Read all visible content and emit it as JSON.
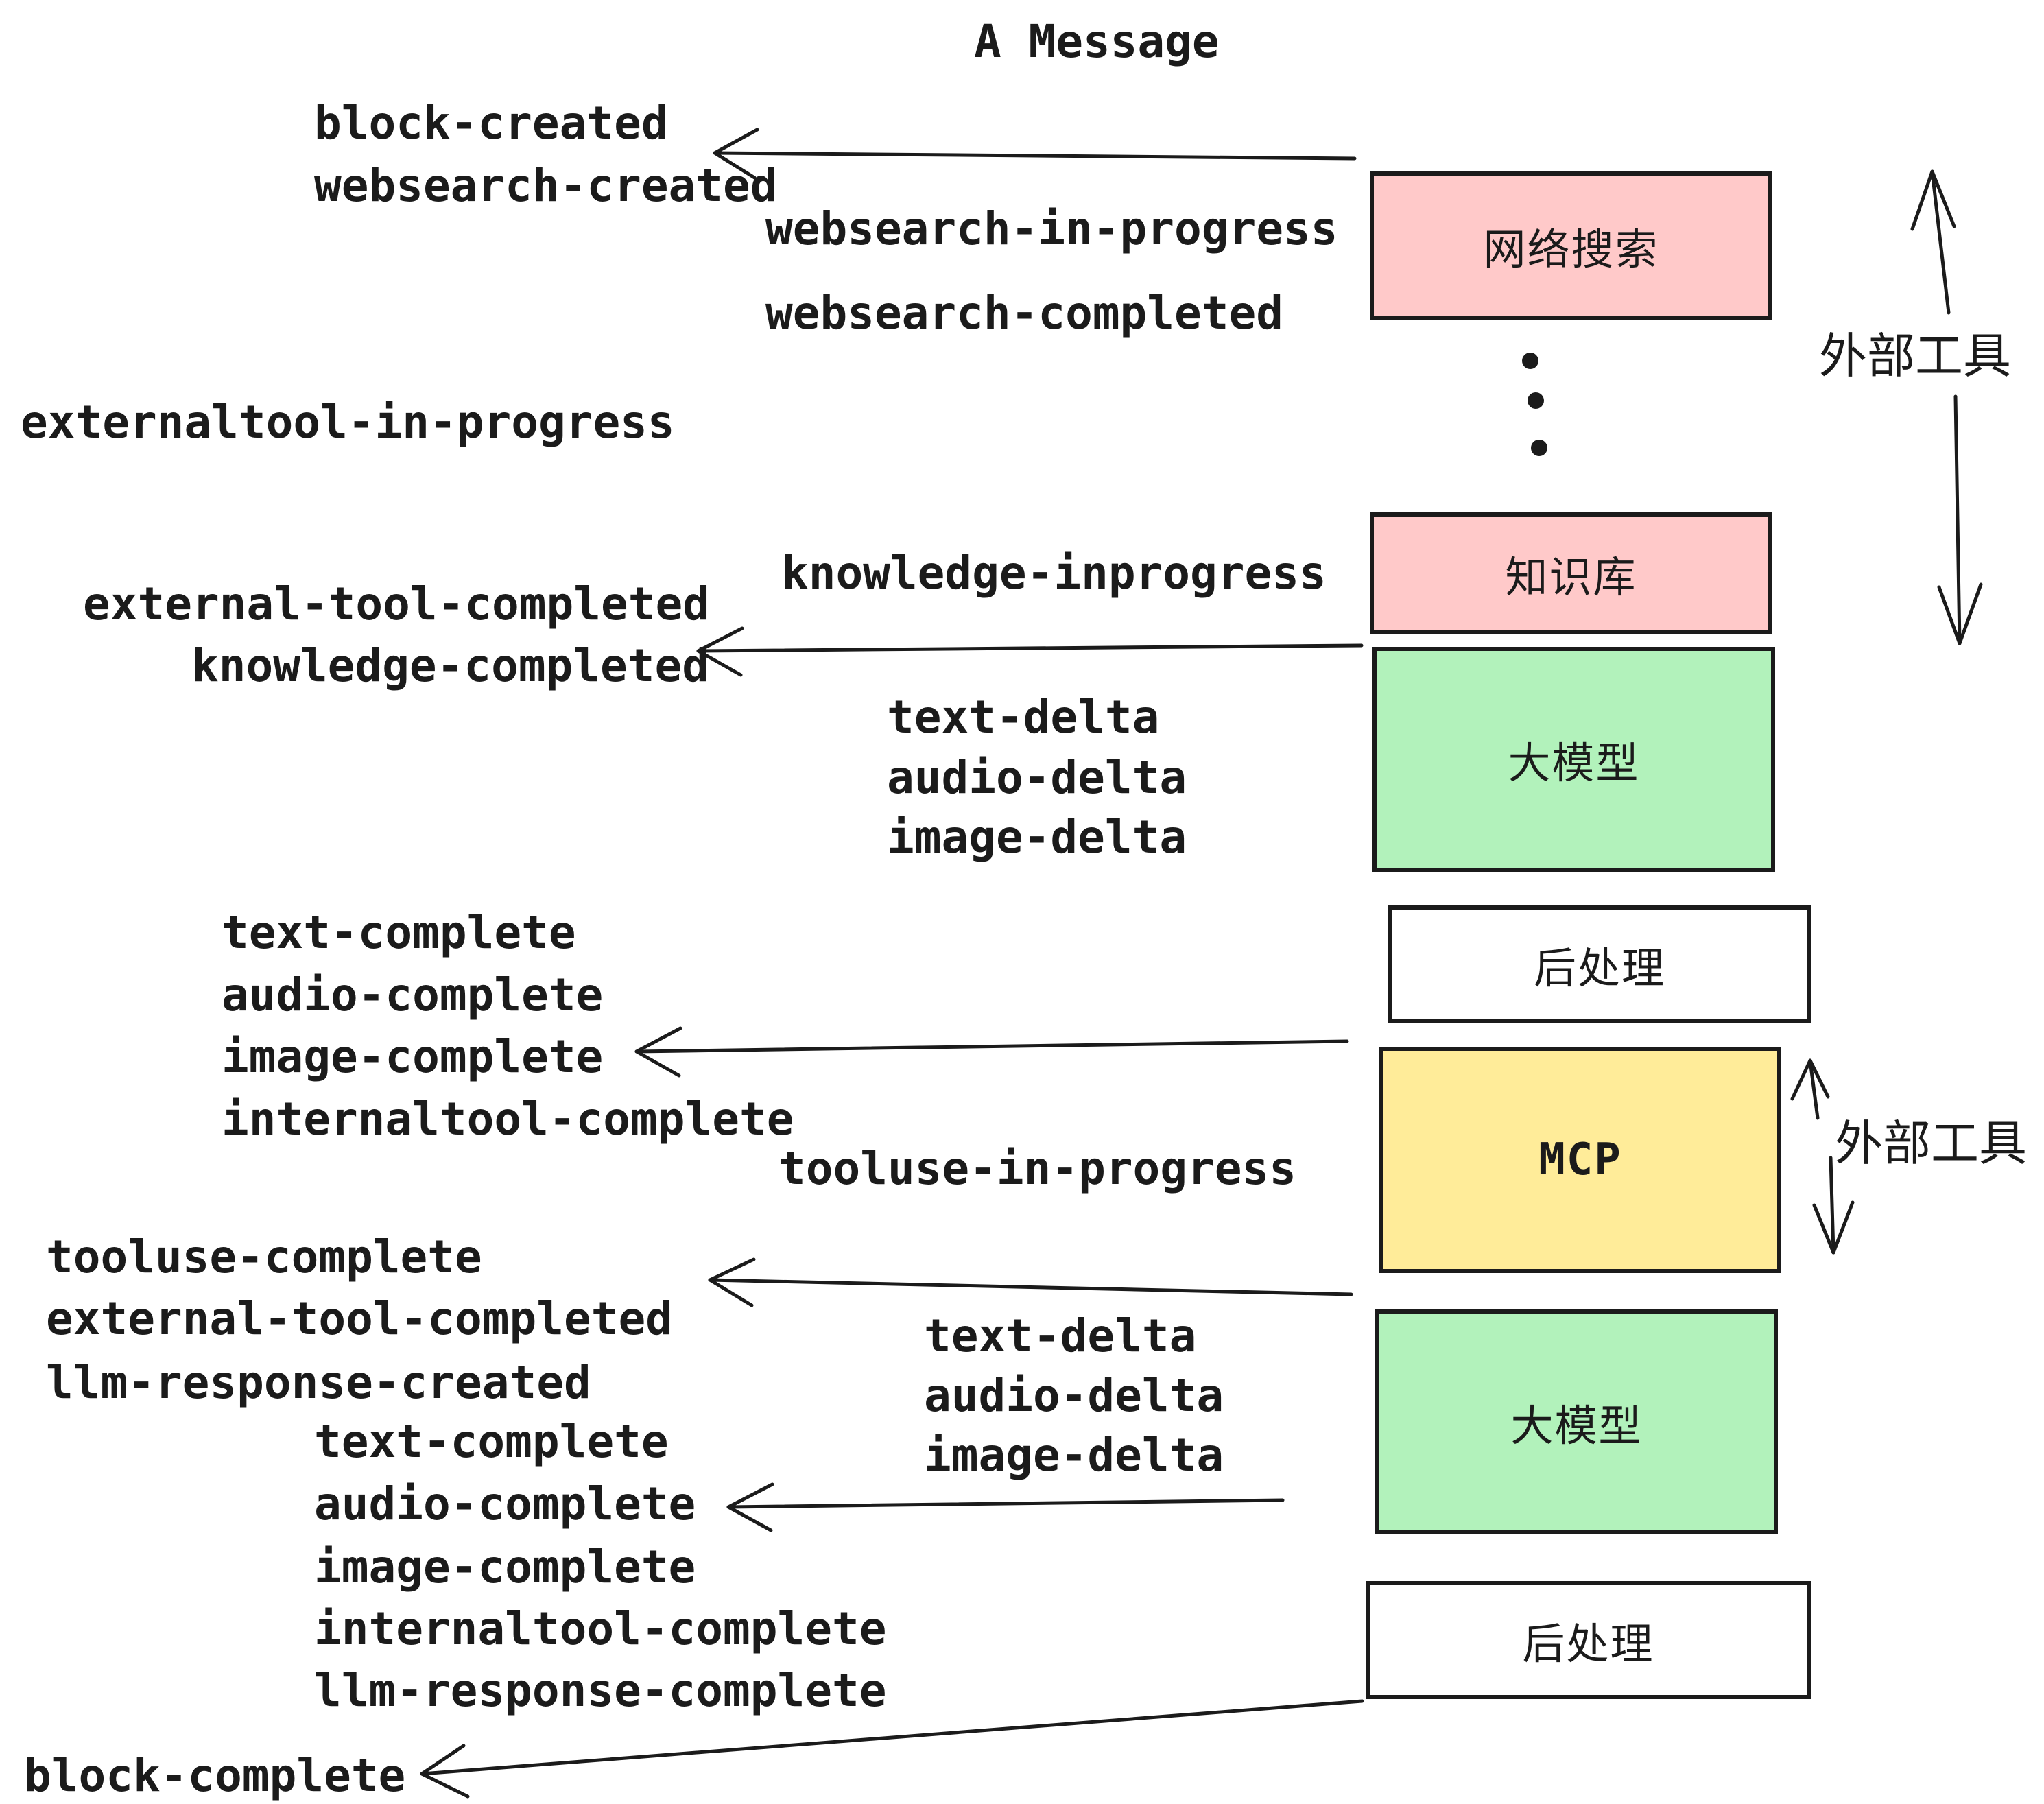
{
  "title": "A Message",
  "boxes": {
    "websearch": {
      "label": "网络搜索",
      "fill": "#ffc9c9"
    },
    "knowledge": {
      "label": "知识库",
      "fill": "#ffc9c9"
    },
    "llm1": {
      "label": "大模型",
      "fill": "#b2f2bb"
    },
    "post1": {
      "label": "后处理",
      "fill": "#ffffff"
    },
    "mcp": {
      "label": "MCP",
      "fill": "#ffec99"
    },
    "llm2": {
      "label": "大模型",
      "fill": "#b2f2bb"
    },
    "post2": {
      "label": "后处理",
      "fill": "#ffffff"
    }
  },
  "side_labels": {
    "external_tools_top": "外部工具",
    "external_tools_bottom": "外部工具"
  },
  "events": {
    "block_created": "block-created",
    "websearch_created": "websearch-created",
    "websearch_in_progress": "websearch-in-progress",
    "websearch_completed": "websearch-completed",
    "externaltool_in_progress": "externaltool-in-progress",
    "knowledge_inprogress": "knowledge-inprogress",
    "external_tool_completed": "external-tool-completed",
    "knowledge_completed": "knowledge-completed",
    "text_delta": "text-delta",
    "audio_delta": "audio-delta",
    "image_delta": "image-delta",
    "text_complete": "text-complete",
    "audio_complete": "audio-complete",
    "image_complete": "image-complete",
    "internaltool_complete": "internaltool-complete",
    "tooluse_in_progress": "tooluse-in-progress",
    "tooluse_complete": "tooluse-complete",
    "llm_response_created": "llm-response-created",
    "llm_response_complete": "llm-response-complete",
    "block_complete": "block-complete"
  },
  "colors": {
    "stroke": "#1b1b1b",
    "pink": "#ffc9c9",
    "green": "#b2f2bb",
    "yellow": "#ffec99",
    "white": "#ffffff"
  }
}
